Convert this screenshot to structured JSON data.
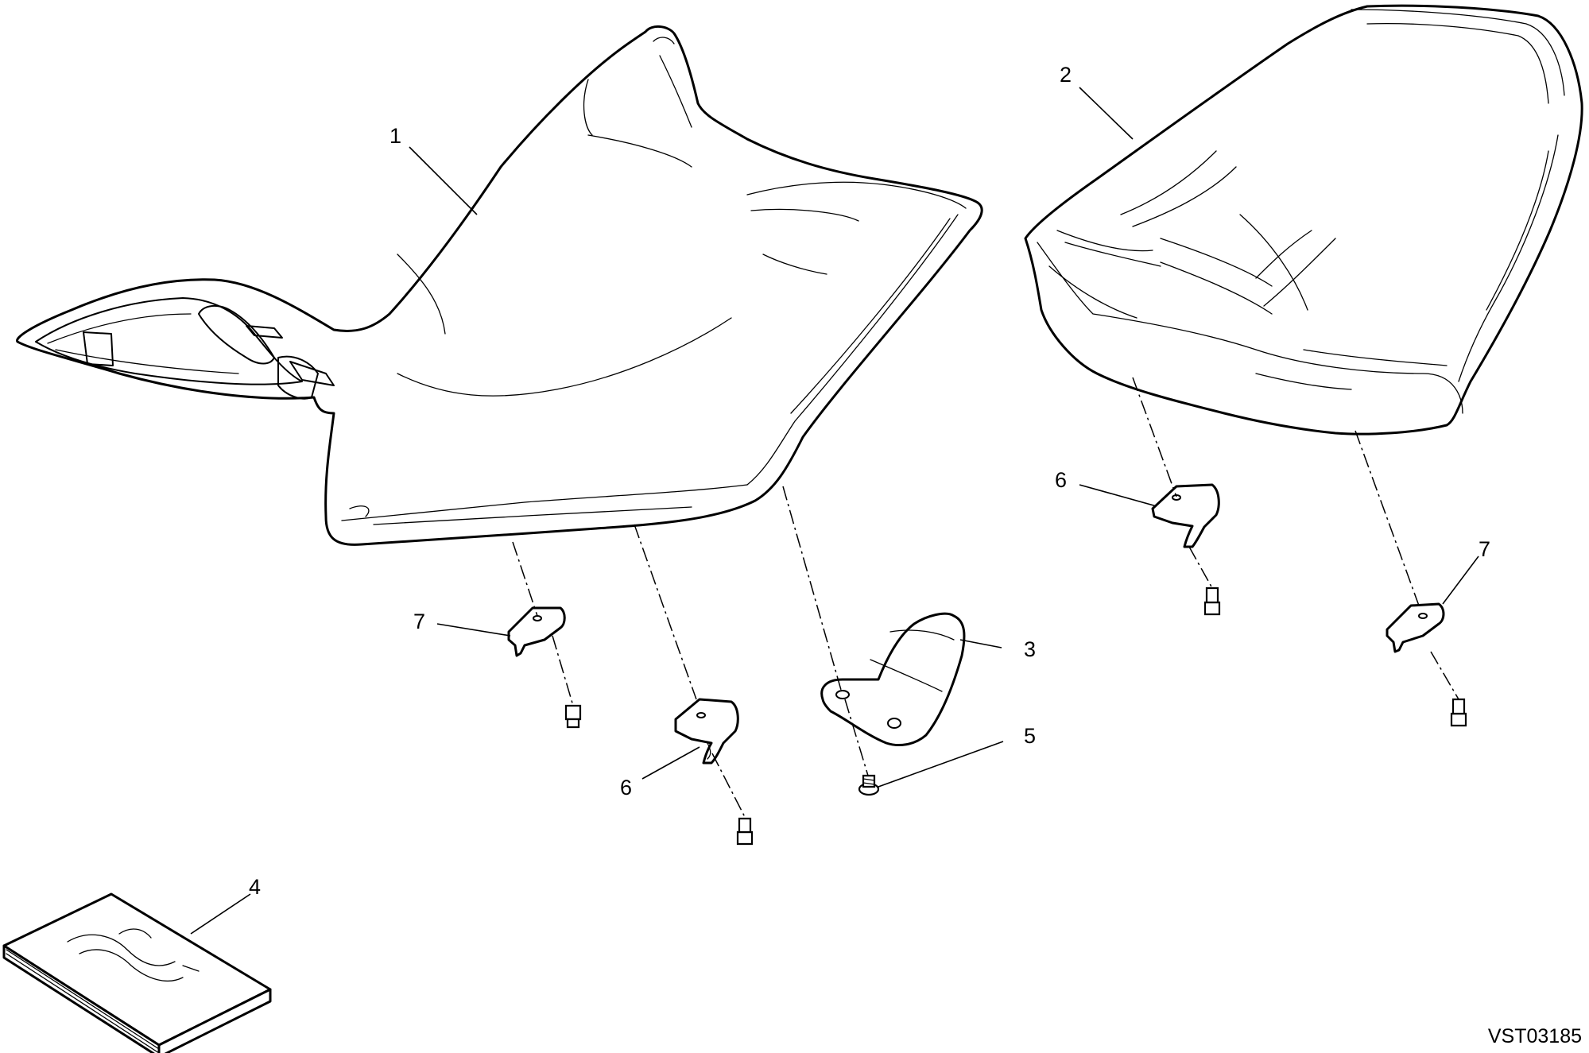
{
  "diagram": {
    "document_id": "VST03185",
    "callouts": {
      "c1": "1",
      "c2": "2",
      "c3": "3",
      "c4": "4",
      "c5": "5",
      "c6a": "6",
      "c6b": "6",
      "c7a": "7",
      "c7b": "7"
    },
    "parts": [
      {
        "ref": "1",
        "icon": "rider-seat-icon"
      },
      {
        "ref": "2",
        "icon": "passenger-seat-icon"
      },
      {
        "ref": "3",
        "icon": "seat-bracket-icon"
      },
      {
        "ref": "4",
        "icon": "manual-booklet-icon"
      },
      {
        "ref": "5",
        "icon": "screw-washer-icon"
      },
      {
        "ref": "6",
        "icon": "hook-clip-icon"
      },
      {
        "ref": "7",
        "icon": "hook-clip-icon"
      }
    ],
    "colors": {
      "line": "#000000",
      "background": "#ffffff"
    }
  }
}
